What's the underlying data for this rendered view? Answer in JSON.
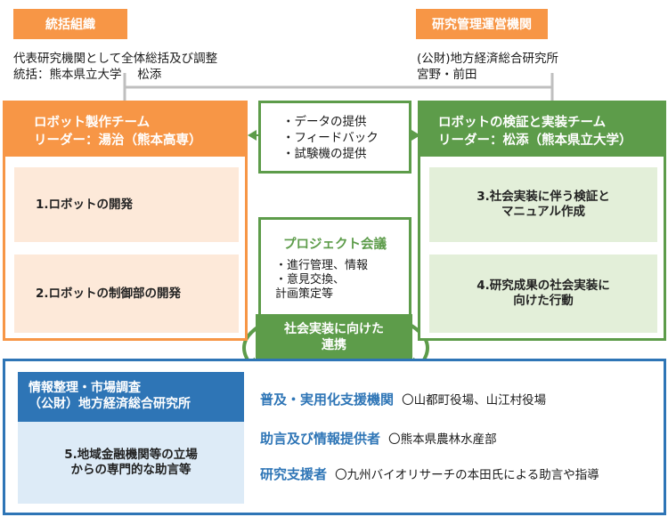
{
  "top_left": {
    "tag": "統括組織",
    "line1": "代表研究機関として全体総括及び調整",
    "line2": "統括：熊本県立大学　 松添"
  },
  "top_right": {
    "tag": "研究管理運営機関",
    "line1": "(公財)地方経済総合研究所",
    "line2": "宮野・前田"
  },
  "left_team": {
    "title_line1": "ロボット製作チーム",
    "title_line2": "リーダー：湯治（熊本高専）",
    "task1": "1.ロボットの開発",
    "task2": "2.ロボットの制御部の開発"
  },
  "right_team": {
    "title_line1": "ロボットの検証と実装チーム",
    "title_line2": "リーダー：松添（熊本県立大学）",
    "task3": "3.社会実装に伴う検証と\nマニュアル作成",
    "task4": "4.研究成果の社会実装に\n向けた行動"
  },
  "exchange": {
    "items": [
      "・データの提供",
      "・フィードバック",
      "・試験機の提供"
    ]
  },
  "meeting": {
    "title": "プロジェクト会議",
    "items": "・進行管理、情報\n・意見交換、\n計画策定等"
  },
  "collab_label": "社会実装に向けた\n連携",
  "bottom": {
    "info_title": "情報整理・市場調査\n（公財）地方経済総合研究所",
    "task5": "5.地域金融機関等の立場\nからの専門的な助言等",
    "support_rows": [
      {
        "title": "普及・実用化支援機関",
        "detail": "〇山都町役場、山江村役場"
      },
      {
        "title": "助言及び情報提供者",
        "detail": "〇熊本県農林水産部"
      },
      {
        "title": "研究支援者",
        "detail": "〇九州バイオリサーチの本田氏による助言や指導"
      }
    ]
  },
  "colors": {
    "orange": "#f79646",
    "orange_light": "#fde9d9",
    "green": "#5d9c4a",
    "green_light": "#e3efd9",
    "blue": "#2e75b6",
    "blue_light": "#ddebf7",
    "gray_line": "#bfbfbf"
  }
}
